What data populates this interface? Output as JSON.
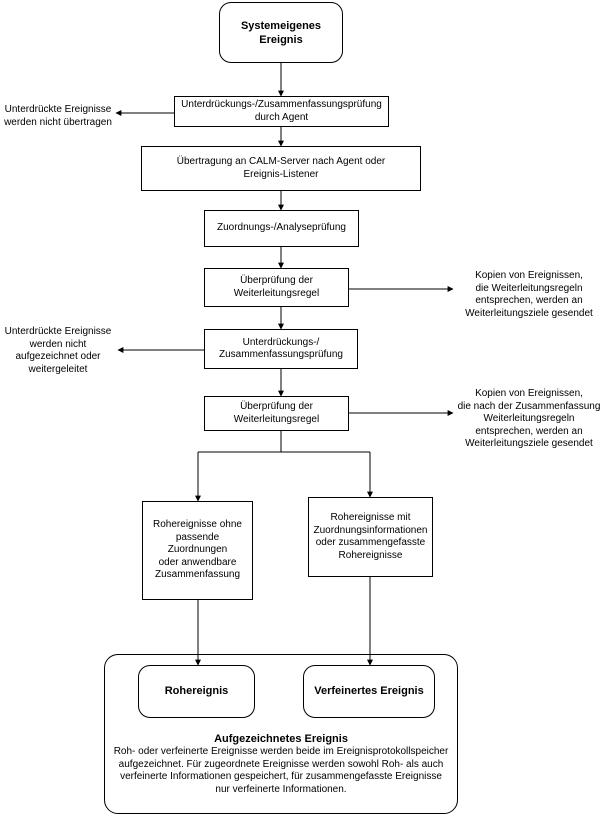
{
  "nodes": {
    "start": "Systemeigenes\nEreignis",
    "suppression_agent": "Unterdrückungs-/Zusammenfassungsprüfung\ndurch Agent",
    "transfer": "Übertragung an CALM-Server nach Agent oder\nEreignis-Listener",
    "mapping": "Zuordnungs-/Analyseprüfung",
    "forwarding_1": "Überprüfung der\nWeiterleitungsregel",
    "suppression_2": "Unterdrückungs-/\nZusammenfassungsprüfung",
    "forwarding_2": "Überprüfung der\nWeiterleitungsregel",
    "raw_unmapped": "Rohereignisse ohne\npassende Zuordnungen\noder anwendbare\nZusammenfassung",
    "raw_mapped": "Rohereignisse mit\nZuordnungsinformationen\noder zusammengefasste\nRohereignisse",
    "raw_event": "Rohereignis",
    "refined_event": "Verfeinertes Ereignis"
  },
  "notes": {
    "not_transferred": "Unterdrückte Ereignisse\nwerden nicht übertragen",
    "forward_copies_1": "Kopien von Ereignissen,\ndie Weiterleitungsregeln\nentsprechen, werden an\nWeiterleitungsziele gesendet",
    "not_recorded": "Unterdrückte Ereignisse\nwerden nicht\naufgezeichnet oder\nweitergeleitet",
    "forward_copies_2": "Kopien von Ereignissen,\ndie nach der Zusammenfassung\nWeiterleitungsregeln\nentsprechen, werden an\nWeiterleitungsziele gesendet"
  },
  "storage": {
    "title": "Aufgezeichnetes Ereignis",
    "text": "Roh- oder verfeinerte Ereignisse werden beide im Ereignisprotokollspeicher\naufgezeichnet. Für zugeordnete Ereignisse werden sowohl Roh- als auch\nverfeinerte Informationen gespeichert, für zusammengefasste Ereignisse\nnur verfeinerte Informationen."
  }
}
